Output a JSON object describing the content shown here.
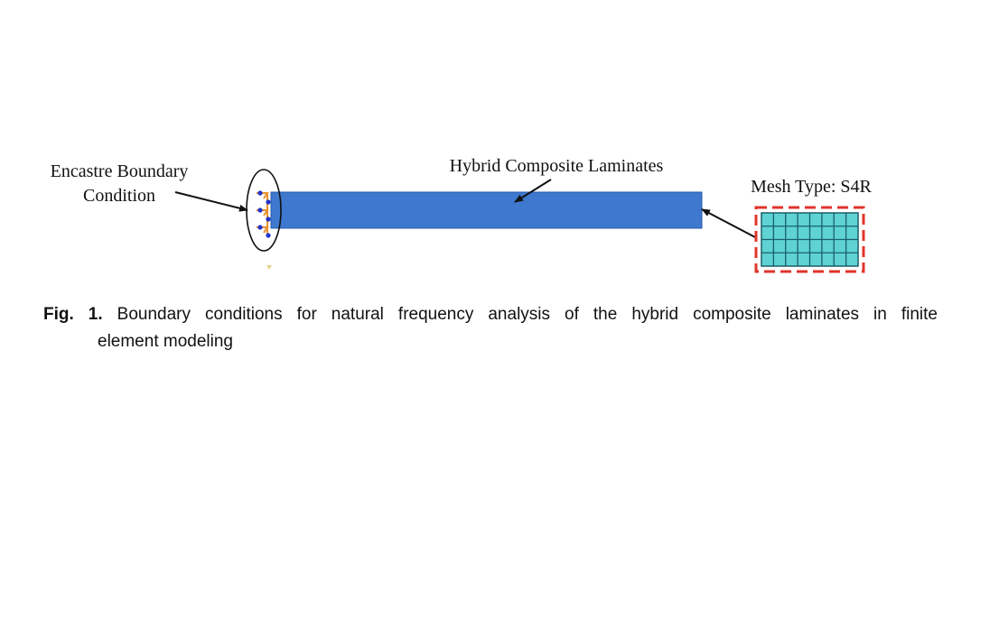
{
  "figure": {
    "labels": {
      "encastre_line1": "Encastre Boundary",
      "encastre_line2": "Condition",
      "laminates": "Hybrid Composite Laminates",
      "mesh_type": "Mesh Type: S4R"
    },
    "colors": {
      "beam": "#3e78cf",
      "beam_edge": "#2a5aa8",
      "mesh_fill": "#5fd3d3",
      "mesh_lines": "#1a5f6a",
      "mesh_border": "#e0342b",
      "bc_markers": "#e8912c",
      "bc_nodes": "#2233cc"
    },
    "mesh_grid": {
      "columns": 8,
      "rows": 4
    }
  },
  "caption": {
    "label": "Fig. 1.",
    "line1": "Boundary conditions for natural frequency analysis of the hybrid composite laminates in finite",
    "line2": "element modeling"
  }
}
